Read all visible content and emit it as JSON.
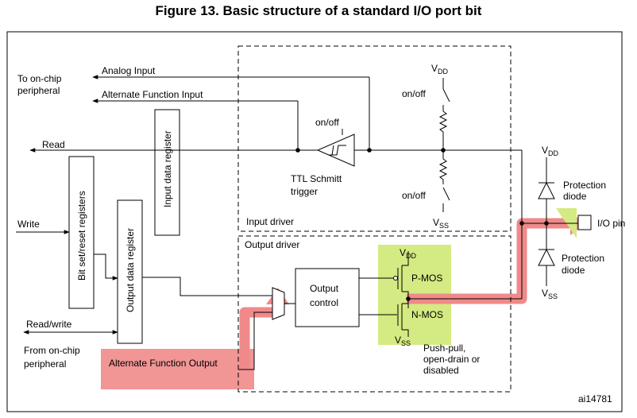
{
  "figure": {
    "title": "Figure 13. Basic structure of a standard I/O port bit",
    "code": "ai14781"
  },
  "labels": {
    "to_onchip": [
      "To on-chip",
      "peripheral"
    ],
    "from_onchip": [
      "From on-chip",
      "peripheral"
    ],
    "analog_input": "Analog Input",
    "alt_func_input": "Alternate Function Input",
    "read": "Read",
    "write": "Write",
    "read_write": "Read/write",
    "alt_func_output": "Alternate Function Output",
    "input_data_register": "Input data register",
    "bit_set_reset": "Bit set/reset registers",
    "output_data_register": "Output data register",
    "on_off": "on/off",
    "ttl_schmitt": [
      "TTL Schmitt",
      "trigger"
    ],
    "input_driver": "Input driver",
    "output_driver": "Output driver",
    "output_control": [
      "Output",
      "control"
    ],
    "vdd": "V",
    "vss": "V",
    "dd_sub": "DD",
    "ss_sub": "SS",
    "pmos": "P-MOS",
    "nmos": "N-MOS",
    "push_pull": [
      "Push-pull,",
      "open-drain or",
      "disabled"
    ],
    "protection_diode": [
      "Protection",
      "diode"
    ],
    "io_pin": "I/O pin"
  },
  "colors": {
    "highlight_red": "#f08a8a",
    "highlight_green": "#d4ea82",
    "line": "#000000"
  }
}
